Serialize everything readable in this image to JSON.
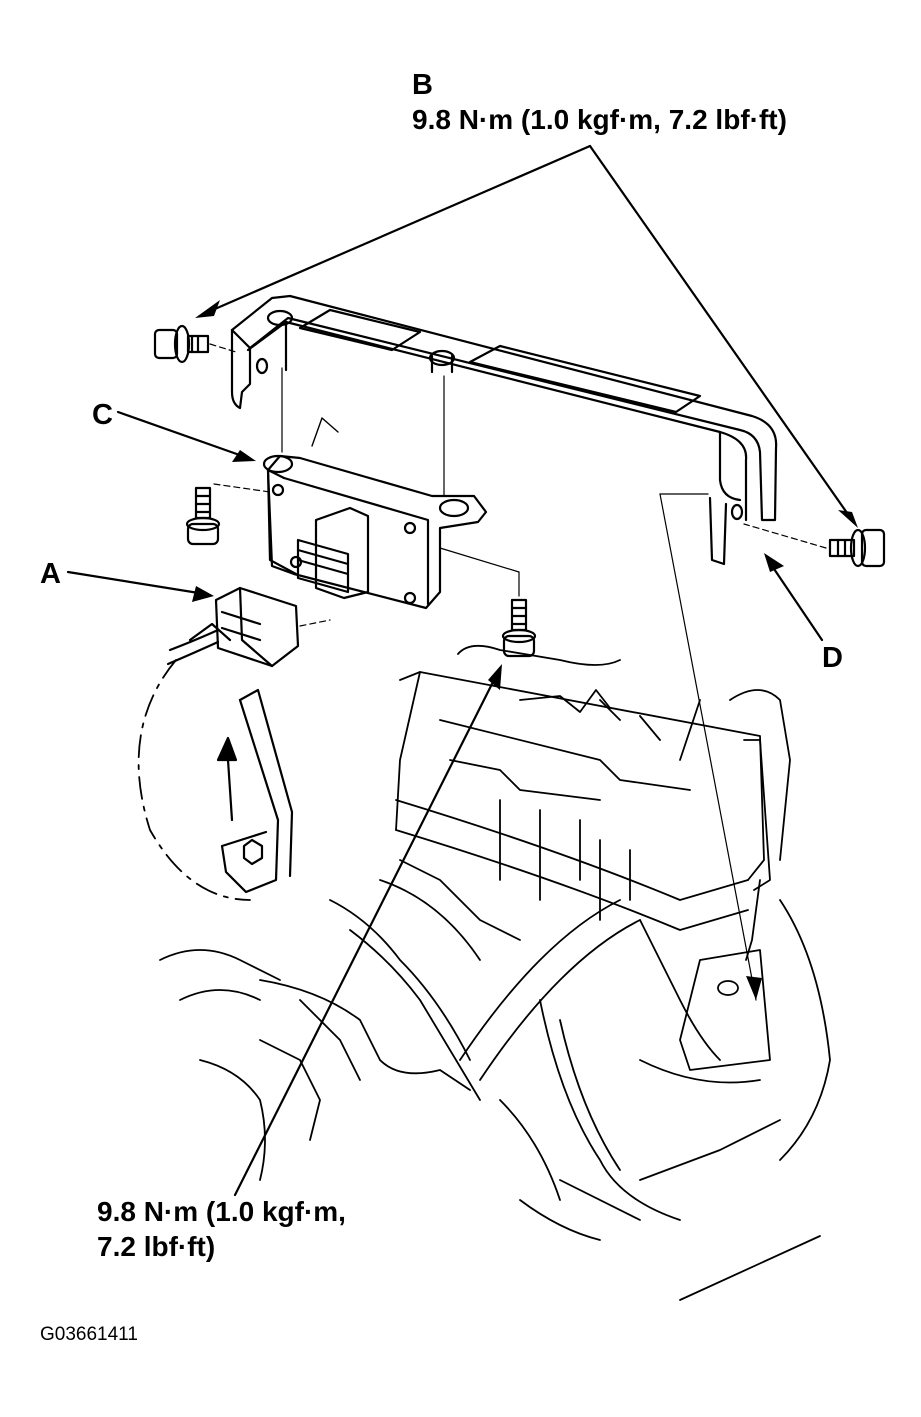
{
  "callouts": {
    "b_letter": "B",
    "b_torque": "9.8 N·m (1.0 kgf·m, 7.2 lbf·ft)",
    "c_letter": "C",
    "a_letter": "A",
    "d_letter": "D",
    "bottom_torque_line1": "9.8 N·m (1.0 kgf·m,",
    "bottom_torque_line2": "7.2 lbf·ft)"
  },
  "figure_code": "G03661411",
  "colors": {
    "ink": "#000000",
    "paper": "#ffffff"
  }
}
